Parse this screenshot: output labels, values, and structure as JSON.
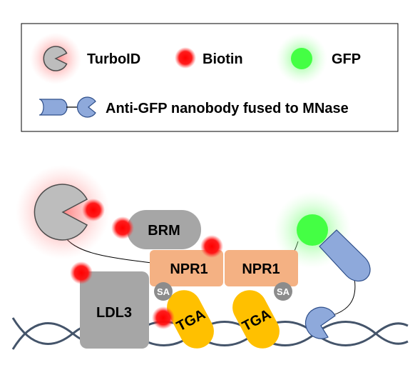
{
  "legend": {
    "turboid_label": "TurboID",
    "biotin_label": "Biotin",
    "gfp_label": "GFP",
    "nanobody_label": "Anti-GFP nanobody fused to MNase"
  },
  "diagram": {
    "brm_label": "BRM",
    "npr1_left_label": "NPR1",
    "npr1_right_label": "NPR1",
    "sa_left_label": "SA",
    "sa_right_label": "SA",
    "ldl3_label": "LDL3",
    "tga_left_label": "TGA",
    "tga_right_label": "TGA"
  },
  "colors": {
    "turboid_grey": "#bdbdbd",
    "turboid_glow": "#ff6a6a",
    "biotin_red": "#ff0000",
    "gfp_green": "#44ff44",
    "nanobody_blue": "#8ea9db",
    "npr1_orange": "#f4b183",
    "brm_grey": "#a6a6a6",
    "ldl3_grey": "#a6a6a6",
    "tga_yellow": "#ffc000",
    "sa_grey": "#8c8c8c",
    "dna_navy": "#44546a"
  }
}
